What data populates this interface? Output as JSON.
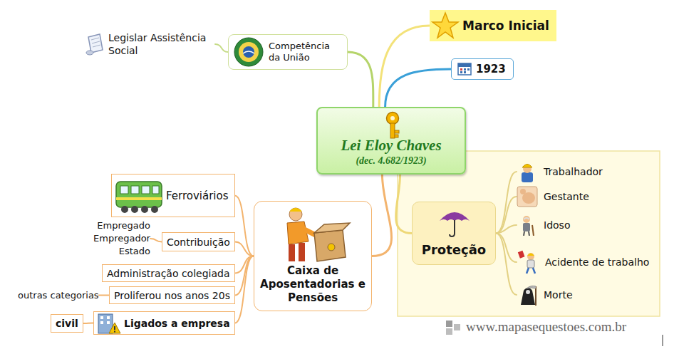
{
  "diagram": {
    "nodes": [
      {
        "text": [
          "Lei Eloy Chaves",
          "(dec. 4.682/1923)"
        ]
      },
      {
        "text": [
          "Marco Inicial"
        ]
      },
      {
        "text": [
          "1923"
        ]
      },
      {
        "text": [
          "Competência da União"
        ]
      },
      {
        "text": [
          "Legislar Assistência Social"
        ]
      },
      {
        "text": [
          "Proteção"
        ]
      },
      {
        "text": [
          "Trabalhador"
        ]
      },
      {
        "text": [
          "Gestante"
        ]
      },
      {
        "text": [
          "Idoso"
        ]
      },
      {
        "text": [
          "Acidente de trabalho"
        ]
      },
      {
        "text": [
          "Morte"
        ]
      },
      {
        "text": [
          "Caixa de Aposentadorias e Pensões"
        ]
      },
      {
        "text": [
          "Ferroviários"
        ]
      },
      {
        "text": [
          "Contribuição"
        ]
      },
      {
        "text": [
          "Empregado",
          "Empregador",
          "Estado"
        ]
      },
      {
        "text": [
          "Administração colegiada"
        ]
      },
      {
        "text": [
          "Proliferou nos anos 20s"
        ]
      },
      {
        "text": [
          "outras categorias"
        ]
      },
      {
        "text": [
          "Ligados a empresa"
        ]
      },
      {
        "text": [
          "civil"
        ]
      }
    ],
    "edges": [
      {
        "from": 0,
        "to": 1,
        "arrow": "none"
      },
      {
        "from": 0,
        "to": 2,
        "arrow": "none"
      },
      {
        "from": 0,
        "to": 3,
        "arrow": "none"
      },
      {
        "from": 3,
        "to": 4,
        "arrow": "none"
      },
      {
        "from": 0,
        "to": 5,
        "arrow": "none"
      },
      {
        "from": 5,
        "to": 6,
        "arrow": "none"
      },
      {
        "from": 5,
        "to": 7,
        "arrow": "none"
      },
      {
        "from": 5,
        "to": 8,
        "arrow": "none"
      },
      {
        "from": 5,
        "to": 9,
        "arrow": "none"
      },
      {
        "from": 5,
        "to": 10,
        "arrow": "none"
      },
      {
        "from": 0,
        "to": 11,
        "arrow": "none"
      },
      {
        "from": 11,
        "to": 12,
        "arrow": "none"
      },
      {
        "from": 11,
        "to": 13,
        "arrow": "none"
      },
      {
        "from": 13,
        "to": 14,
        "arrow": "none"
      },
      {
        "from": 11,
        "to": 15,
        "arrow": "none"
      },
      {
        "from": 11,
        "to": 16,
        "arrow": "none"
      },
      {
        "from": 16,
        "to": 17,
        "arrow": "none"
      },
      {
        "from": 11,
        "to": 18,
        "arrow": "none"
      },
      {
        "from": 18,
        "to": 19,
        "arrow": "none"
      }
    ],
    "labels": [
      "www.mapasequestoes.com.br"
    ]
  }
}
